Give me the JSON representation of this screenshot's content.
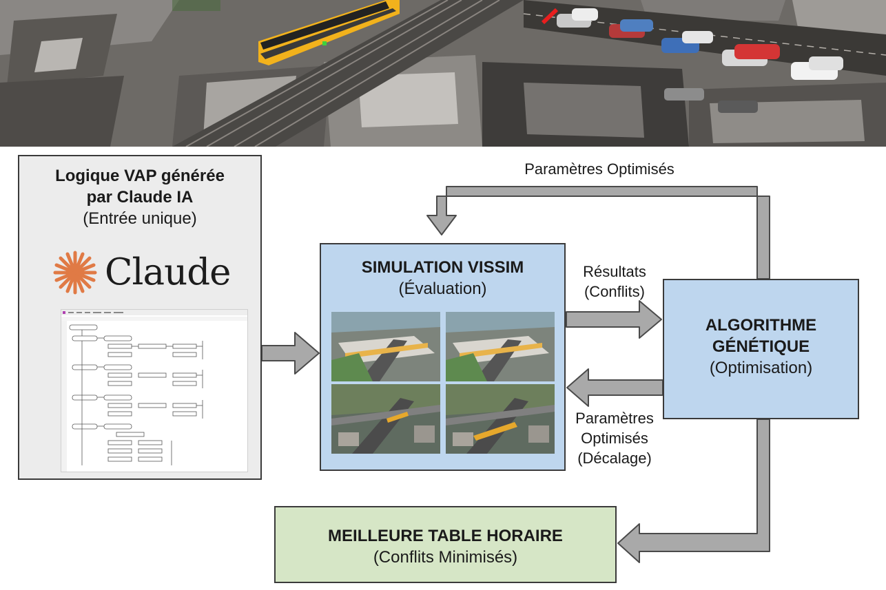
{
  "aerial": {
    "description_icon": "tram-aerial-scene"
  },
  "left_box": {
    "title_line1": "Logique VAP générée",
    "title_line2": "par Claude IA",
    "subtitle": "(Entrée unique)",
    "logo_text": "Claude"
  },
  "simulation": {
    "title": "SIMULATION VISSIM",
    "subtitle": "(Évaluation)"
  },
  "genetic": {
    "title_line1": "ALGORITHME",
    "title_line2": "GÉNÉTIQUE",
    "subtitle": "(Optimisation)"
  },
  "best": {
    "title": "MEILLEURE TABLE HORAIRE",
    "subtitle": "(Conflits Minimisés)"
  },
  "labels": {
    "top_loop": "Paramètres Optimisés",
    "results_line1": "Résultats",
    "results_line2": "(Conflits)",
    "params_line1": "Paramètres",
    "params_line2": "Optimisés",
    "params_line3": "(Décalage)"
  },
  "colors": {
    "sim_box": "#bed6ee",
    "ga_box": "#bed6ee",
    "best_box": "#d6e6c6",
    "left_box": "#ececec",
    "arrow_fill": "#a9a9a9",
    "claude_orange": "#e07a45"
  }
}
